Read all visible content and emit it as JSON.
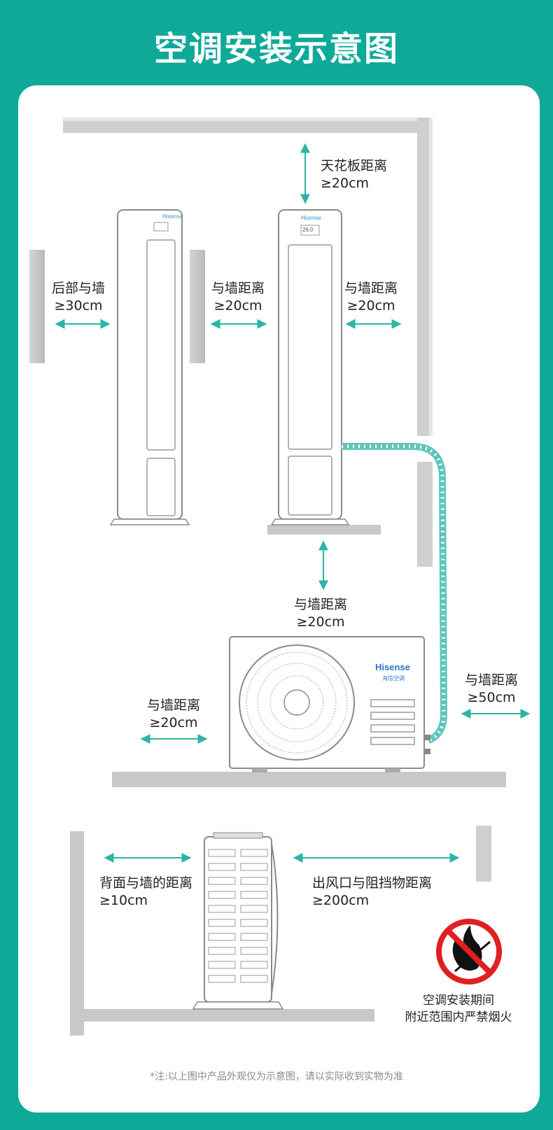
{
  "title": "空调安装示意图",
  "brand": {
    "name": "Hisense",
    "sub": "海信空调",
    "display": "26.0"
  },
  "indoor_section": {
    "ceiling": {
      "line1": "天花板距离",
      "line2": "≥20cm"
    },
    "rear_wall": {
      "line1": "后部与墙",
      "line2": "≥30cm"
    },
    "between_wall": {
      "line1": "与墙距离",
      "line2": "≥20cm"
    },
    "side_wall": {
      "line1": "与墙距离",
      "line2": "≥20cm"
    }
  },
  "outdoor_section": {
    "top": {
      "line1": "与墙距离",
      "line2": "≥20cm"
    },
    "left": {
      "line1": "与墙距离",
      "line2": "≥20cm"
    },
    "right": {
      "line1": "与墙距离",
      "line2": "≥50cm"
    }
  },
  "side_view_section": {
    "back": {
      "line1": "背面与墙的距离",
      "line2": "≥10cm"
    },
    "outlet": {
      "line1": "出风口与阻挡物距离",
      "line2": "≥200cm"
    }
  },
  "warning": {
    "line1": "空调安装期间",
    "line2": "附近范围内严禁烟火"
  },
  "note": "*注:以上图中产品外观仅为示意图，请以实际收到实物为准",
  "colors": {
    "background": "#0fa99a",
    "arrow": "#2ab5a7",
    "pipe": "#7ed3cb",
    "wall": "#c8c8c8",
    "prohibit": "#e02020"
  }
}
